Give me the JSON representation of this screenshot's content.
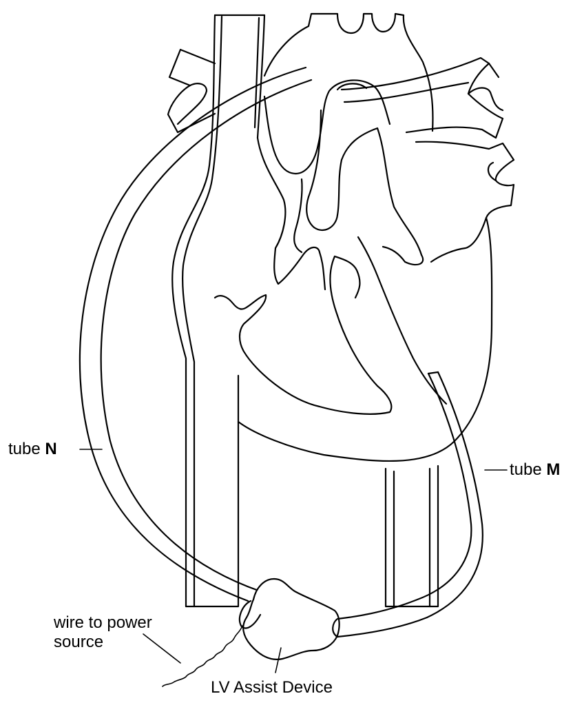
{
  "labels": {
    "tube_n": {
      "prefix": "tube",
      "letter": "N"
    },
    "tube_m": {
      "prefix": "tube",
      "letter": "M"
    },
    "wire": {
      "line1": "wire to power",
      "line2": "source"
    },
    "device": "LV Assist Device"
  }
}
